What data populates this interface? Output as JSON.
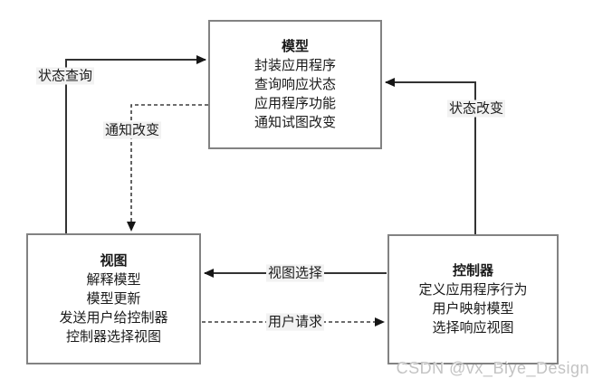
{
  "diagram": {
    "type": "mvc-architecture-flow",
    "boxes": {
      "model": {
        "title": "模型",
        "lines": [
          "封装应用程序",
          "查询响应状态",
          "应用程序功能",
          "通知试图改变"
        ]
      },
      "view": {
        "title": "视图",
        "lines": [
          "解释模型",
          "模型更新",
          "发送用户给控制器",
          "控制器选择视图"
        ]
      },
      "controller": {
        "title": "控制器",
        "lines": [
          "定义应用程序行为",
          "用户映射模型",
          "选择响应视图"
        ]
      }
    },
    "edge_labels": {
      "state_query": "状态查询",
      "notify_change": "通知改变",
      "state_change": "状态改变",
      "view_select": "视图选择",
      "user_request": "用户请求"
    },
    "colors": {
      "background": "#ffffff",
      "box_border": "#828282",
      "solid_line": "#333333",
      "dashed_line": "#3d3d3d",
      "arrowhead": "#161616",
      "text": "#1a1a1a",
      "label_background": "#f2f2f2",
      "watermark": "#c3c3c3"
    },
    "watermark": "CSDN @vx_Biye_Design"
  }
}
